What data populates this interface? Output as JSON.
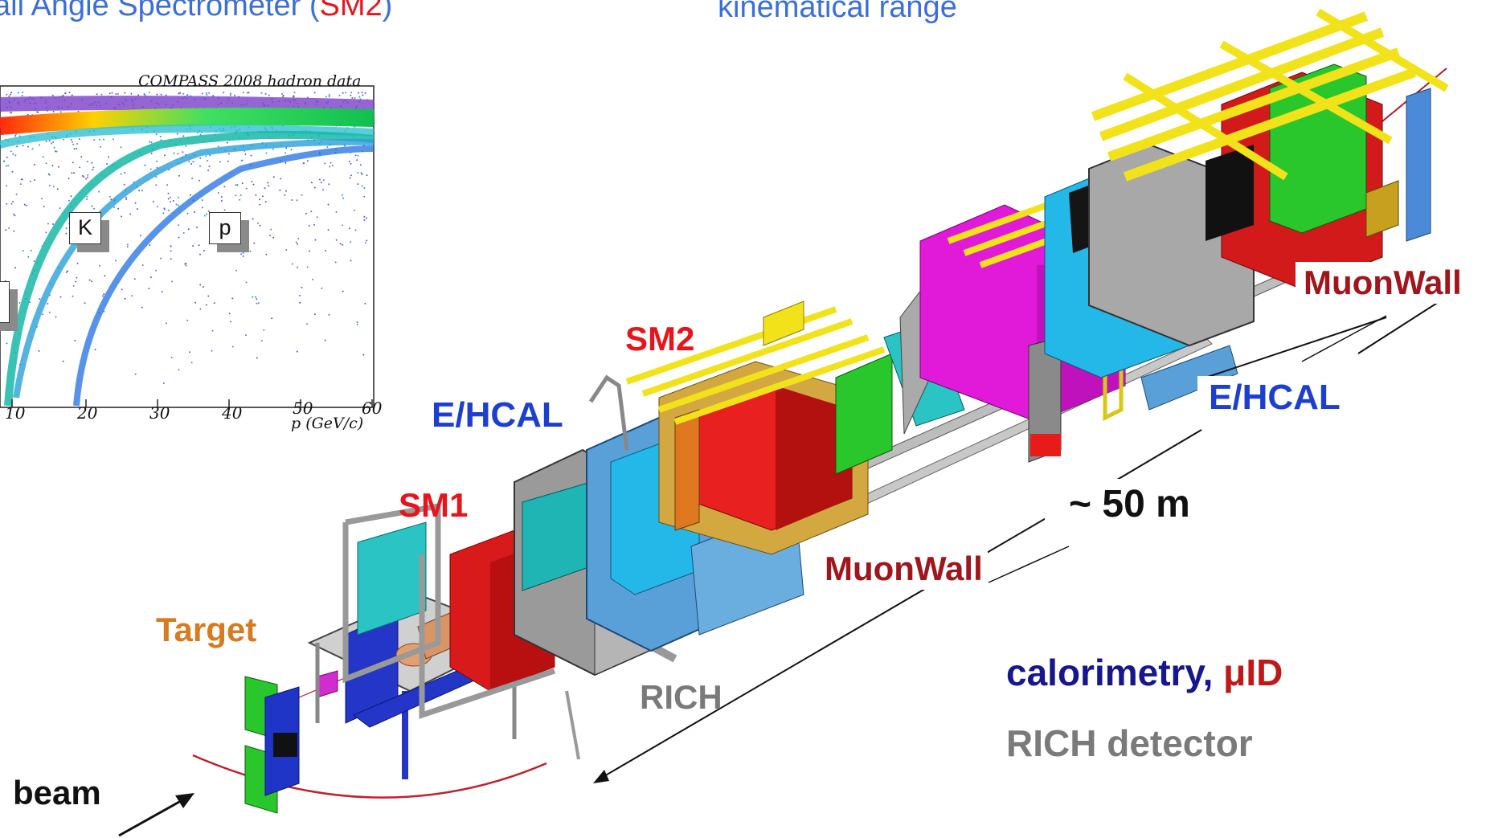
{
  "header": {
    "left_title_prefix": "all Angle Spectrometer (",
    "left_title_highlight": "SM2",
    "left_title_suffix": ")",
    "right_title": "kinematical range"
  },
  "inset": {
    "title": "COMPASS 2008 hadron data",
    "particle_labels": [
      "K",
      "p"
    ],
    "x_ticks": [
      "10",
      "20",
      "30",
      "40",
      "50",
      "60"
    ],
    "x_axis_label": "p (GeV/c)"
  },
  "labels": {
    "sm1": "SM1",
    "sm2": "SM2",
    "ehcal_left": "E/HCAL",
    "ehcal_right": "E/HCAL",
    "muonwall_mid": "MuonWall",
    "muonwall_right": "MuonWall",
    "target": "Target",
    "rich": "RICH",
    "length": "~ 50 m",
    "beam": "beam"
  },
  "legend": {
    "line1_text": "calorimetry, ",
    "line1_symbol": "μID",
    "line2_text": "RICH detector"
  },
  "colors": {
    "title_blue": "#3b6fd8",
    "label_red": "#e8141c",
    "label_blue": "#1c3fd0",
    "label_darkred": "#a0161c",
    "label_orange": "#d87a1e",
    "label_gray": "#7a7a7a",
    "legend_navy": "#16168f",
    "legend_red": "#c01818"
  }
}
